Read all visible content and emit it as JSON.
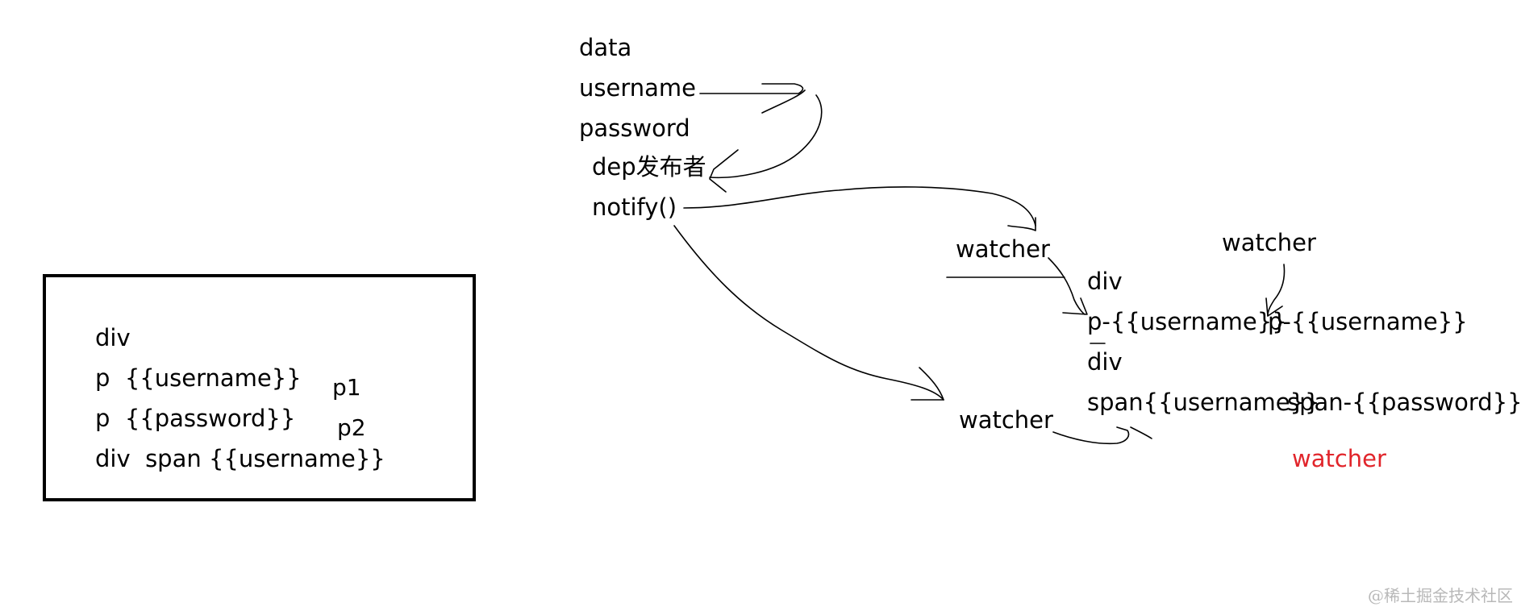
{
  "data_block": {
    "title": "data",
    "fields": [
      "username",
      "password"
    ],
    "dep_label": "dep发布者",
    "notify_label": "notify()"
  },
  "watchers": {
    "top_left": "watcher",
    "top_right": "watcher",
    "bottom": "watcher",
    "red": "watcher"
  },
  "dom_tree": {
    "div1": "div",
    "p_row": [
      "p-{{username}}",
      "p-{{username}}"
    ],
    "div2": "div",
    "span_row": [
      "span{{username}}",
      "span-{{password}}"
    ]
  },
  "template_box": {
    "line1": "div",
    "line2": "p  {{username}}",
    "line3": "p  {{password}}",
    "line4": "div  span {{username}}",
    "p1": "p1",
    "p2": "p2"
  },
  "colors": {
    "red_watcher": "#e1252b"
  },
  "watermark": "@稀土掘金技术社区"
}
